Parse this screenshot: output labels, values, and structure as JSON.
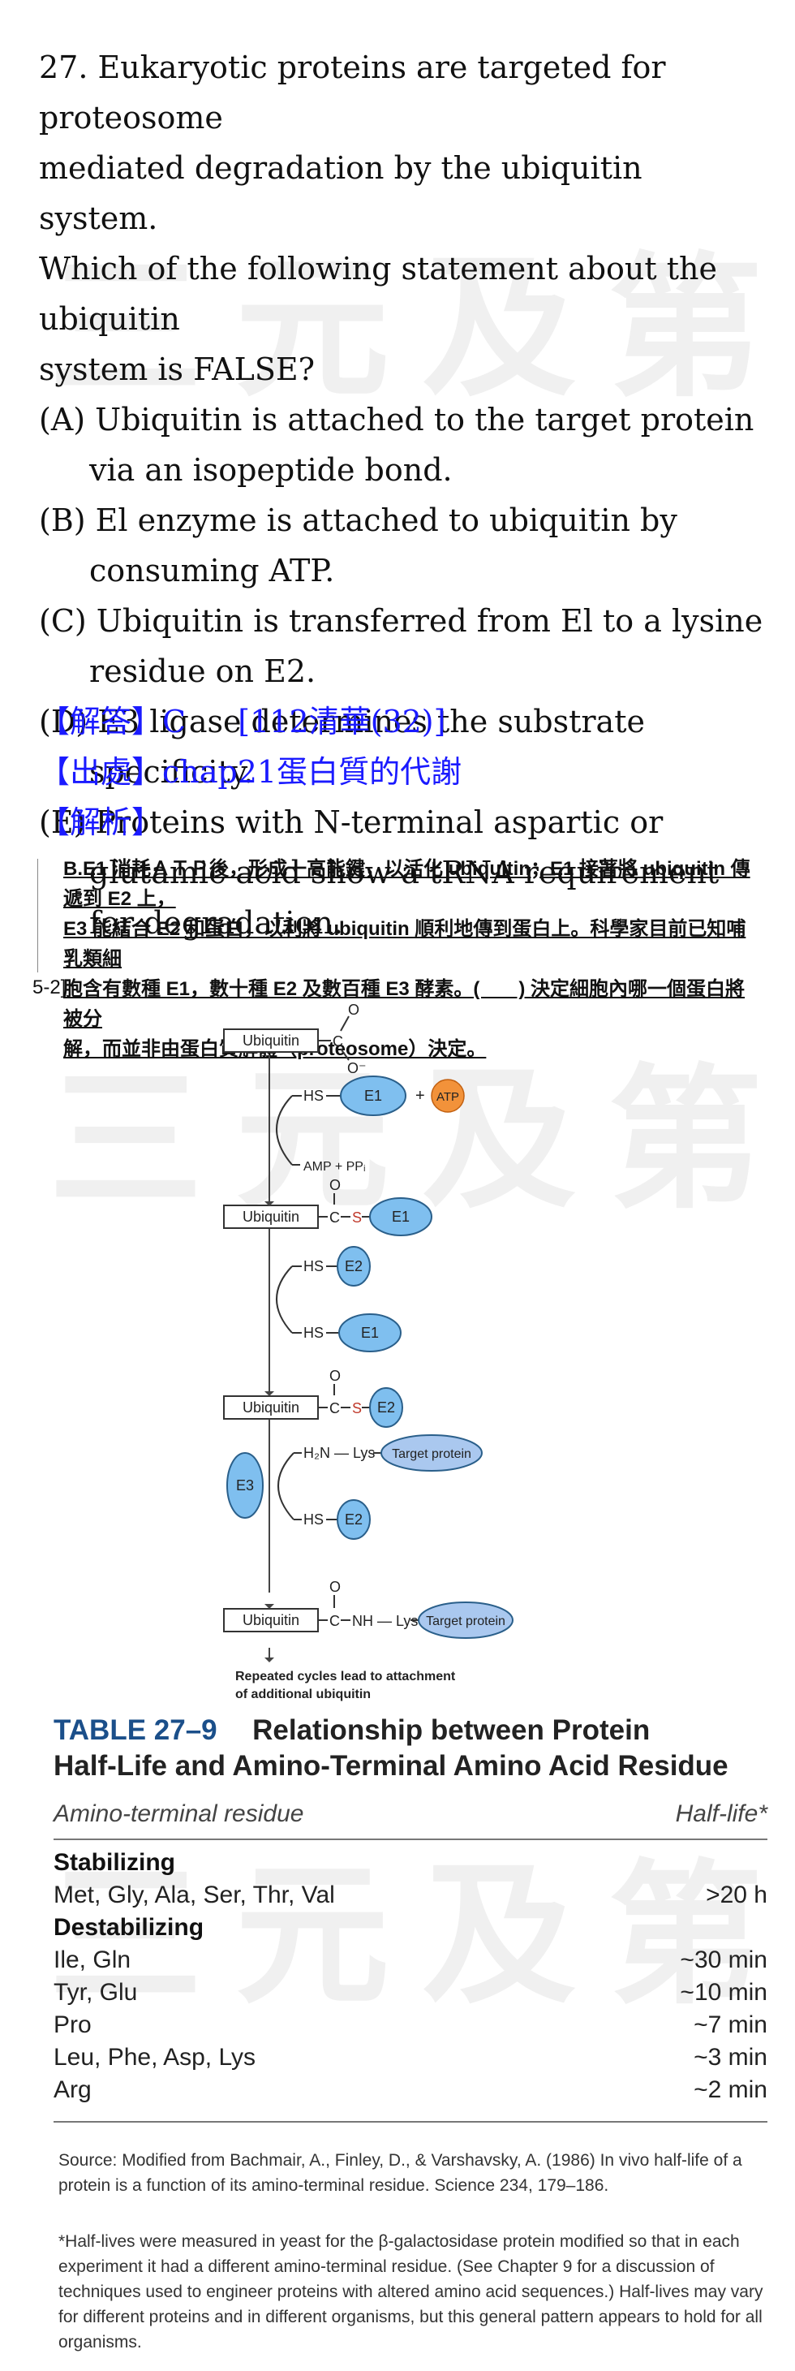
{
  "question": {
    "stem_lines": [
      "27. Eukaryotic proteins are targeted for proteosome",
      "mediated degradation by the ubiquitin system.",
      "Which of the following statement about the ubiquitin",
      "system is FALSE?"
    ],
    "options": [
      "(A) Ubiquitin is attached to the target protein via an isopeptide bond.",
      "(B) El enzyme is attached to ubiquitin by consuming ATP.",
      "(C) Ubiquitin is transferred from El to a lysine residue on E2.",
      "(D) E3 ligase determines the substrate specificity.",
      "(E) Proteins with N-terminal aspartic or glutamic acid show a tRNA requirement for degradation."
    ]
  },
  "answer": {
    "answer_label": "【解答】C",
    "answer_ref": "[112清華(32)]",
    "source_label": "【出處】chap21蛋白質的代謝",
    "analysis_label": "【解析】"
  },
  "note": {
    "line1": "B.E1 消耗ＡＴＰ後，形成一高能鍵，以活化 ubiquitin；E1 接著將 ubiquitin 傳遞到 E2 上，",
    "line2": "E3 能結合 E2 和蛋白，以利將 ubiquitin 順利地傳到蛋白上。科學家目前已知哺乳類細",
    "line3": "胞含有數種 E1，數十種 E2 及數百種 E3 酵素。(　　) 決定細胞內哪一個蛋白將被分",
    "line4": "解，而並非由蛋白質解體（proteosome）決定。",
    "fig_ref": "5-2]"
  },
  "diagram": {
    "ubiquitin": "Ubiquitin",
    "e1": "E1",
    "e2": "E2",
    "e3": "E3",
    "atp": "ATP",
    "amp": "AMP + PPᵢ",
    "hs": "HS",
    "h2n_lys": "H₂N — Lys",
    "target": "Target protein",
    "nh_lys": "NH — Lys",
    "c": "C",
    "s": "S",
    "o": "O",
    "o_minus": "O⁻",
    "repeat_line1": "Repeated cycles lead to attachment",
    "repeat_line2": "of additional ubiquitin",
    "colors": {
      "enzyme_fill": "#7fbfef",
      "atp_fill": "#f2923a",
      "target_fill": "#aac8ef"
    }
  },
  "table": {
    "title_num": "TABLE 27–9",
    "title_rest": "Relationship between Protein",
    "title_line2": "Half-Life and Amino-Terminal Amino Acid Residue",
    "col1": "Amino-terminal residue",
    "col2": "Half-life*",
    "groups": [
      {
        "name": "Stabilizing",
        "rows": [
          {
            "residue": "Met, Gly, Ala, Ser, Thr, Val",
            "half_life": ">20 h"
          }
        ]
      },
      {
        "name": "Destabilizing",
        "rows": [
          {
            "residue": "Ile, Gln",
            "half_life": "~30 min"
          },
          {
            "residue": "Tyr, Glu",
            "half_life": "~10 min"
          },
          {
            "residue": "Pro",
            "half_life": "~7 min"
          },
          {
            "residue": "Leu, Phe, Asp, Lys",
            "half_life": "~3 min"
          },
          {
            "residue": "Arg",
            "half_life": "~2 min"
          }
        ]
      }
    ],
    "source_text": "Source: Modified from Bachmair, A., Finley, D., & Varshavsky, A. (1986) In vivo half-life of a protein is a function of its amino-terminal residue. Science 234, 179–186.",
    "footnote": "*Half-lives were measured in yeast for the β-galactosidase protein modified so that in each experiment it had a different amino-terminal residue. (See Chapter 9 for a discussion of techniques used to engineer proteins with altered amino acid sequences.) Half-lives may vary for different proteins and in different organisms, but this general pattern appears to hold for all organisms."
  },
  "watermark": "三元及第"
}
